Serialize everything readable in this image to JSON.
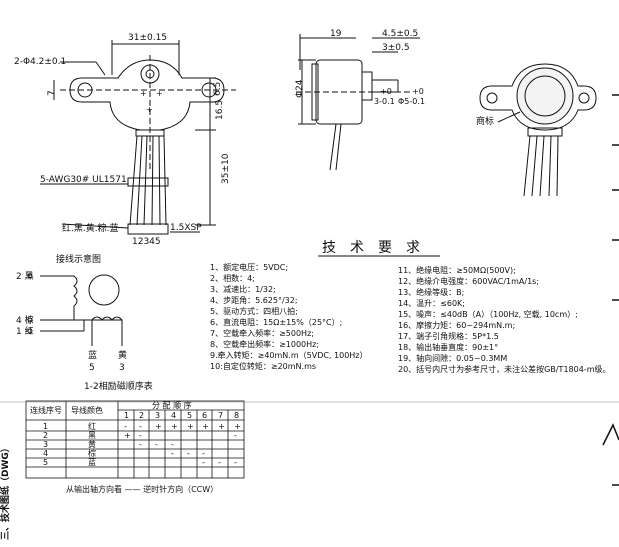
{
  "drawing": {
    "dims": {
      "top_width": "31±0.15",
      "holes": "2-Φ4.2±0.1",
      "left_7": "7",
      "right_6_5": "6.5",
      "right_16_5": "16.5",
      "right_35": "35±10",
      "cable_label": "5-AWG30# UL1571",
      "wire_colors": "红.黑.黄.粽.蓝",
      "pin_numbers": "12345",
      "connector": "1.5XSP",
      "side_19": "19",
      "side_4_5": "4.5±0.5",
      "side_3": "3±0.5",
      "side_dia24": "Φ24",
      "side_3_shaft": "3-0.1",
      "side_shaft_dia": "Φ5-0.1",
      "side_shaft_tol_a": "+0",
      "side_shaft_tol_b": "+0",
      "label_callout": "商标"
    },
    "wiring": {
      "title": "接线示意图",
      "pin2": "2 黑",
      "pin4": "4 棕",
      "pin1": "1 红",
      "blue": "蓝",
      "blue_num": "5",
      "yellow": "黄",
      "yellow_num": "3",
      "sequence_title": "1-2相励磁顺序表"
    },
    "seq_table": {
      "header_col1": "连线序号",
      "header_col2": "导线颜色",
      "header_group": "分 配 顺 序",
      "steps": [
        "1",
        "2",
        "3",
        "4",
        "5",
        "6",
        "7",
        "8"
      ],
      "rows": [
        {
          "n": "1",
          "color": "红",
          "marks": [
            "-",
            "-",
            "+",
            "+",
            "+",
            "+",
            "+",
            "+"
          ]
        },
        {
          "n": "2",
          "color": "黑",
          "marks": [
            "+",
            "-",
            "",
            "",
            "",
            "",
            "",
            "-"
          ]
        },
        {
          "n": "3",
          "color": "黄",
          "marks": [
            "",
            "-",
            "-",
            "-",
            "",
            "",
            "",
            ""
          ]
        },
        {
          "n": "4",
          "color": "棕",
          "marks": [
            "",
            "",
            "",
            "-",
            "-",
            "-",
            "",
            ""
          ]
        },
        {
          "n": "5",
          "color": "蓝",
          "marks": [
            "",
            "",
            "",
            "",
            "",
            "-",
            "-",
            "-"
          ]
        }
      ],
      "footer": "从输出轴方向看 —— 逆时针方向（CCW）"
    },
    "section_label": "三、技术图纸（DWG）"
  },
  "requirements": {
    "title": "技术要求",
    "left": [
      "1、额定电压：5VDC;",
      "2、相数：4;",
      "3、减速比：1/32;",
      "4、步距角：5.625°/32;",
      "5、驱动方式：四相八拍;",
      "6、直流电阻：15Ω±15%（25°C）;",
      "7、空载牵入频率：≥500Hz;",
      "8、空载牵出频率：≥1000Hz;",
      "9.牵入转矩：≥40mN.m（5VDC, 100Hz）",
      "10:自定位转矩：≥20mN.ms"
    ],
    "right": [
      "11、绝缘电阻：≥50MΩ(500V);",
      "12、绝缘介电强度：600VAC/1mA/1s;",
      "13、绝缘等级：B;",
      "14、温升：≤60K;",
      "15、噪声：≤40dB（A）（100Hz, 空载, 10cm）;",
      "16、摩擦力矩：60~294mN.m;",
      "17、端子引角规格：5P*1.5",
      "18、输出轴垂直度：90±1°",
      "19、轴向间隙：0.05~0.3MM",
      "20、括号内尺寸为参考尺寸，未注公差按GB/T1804-m级。"
    ]
  }
}
